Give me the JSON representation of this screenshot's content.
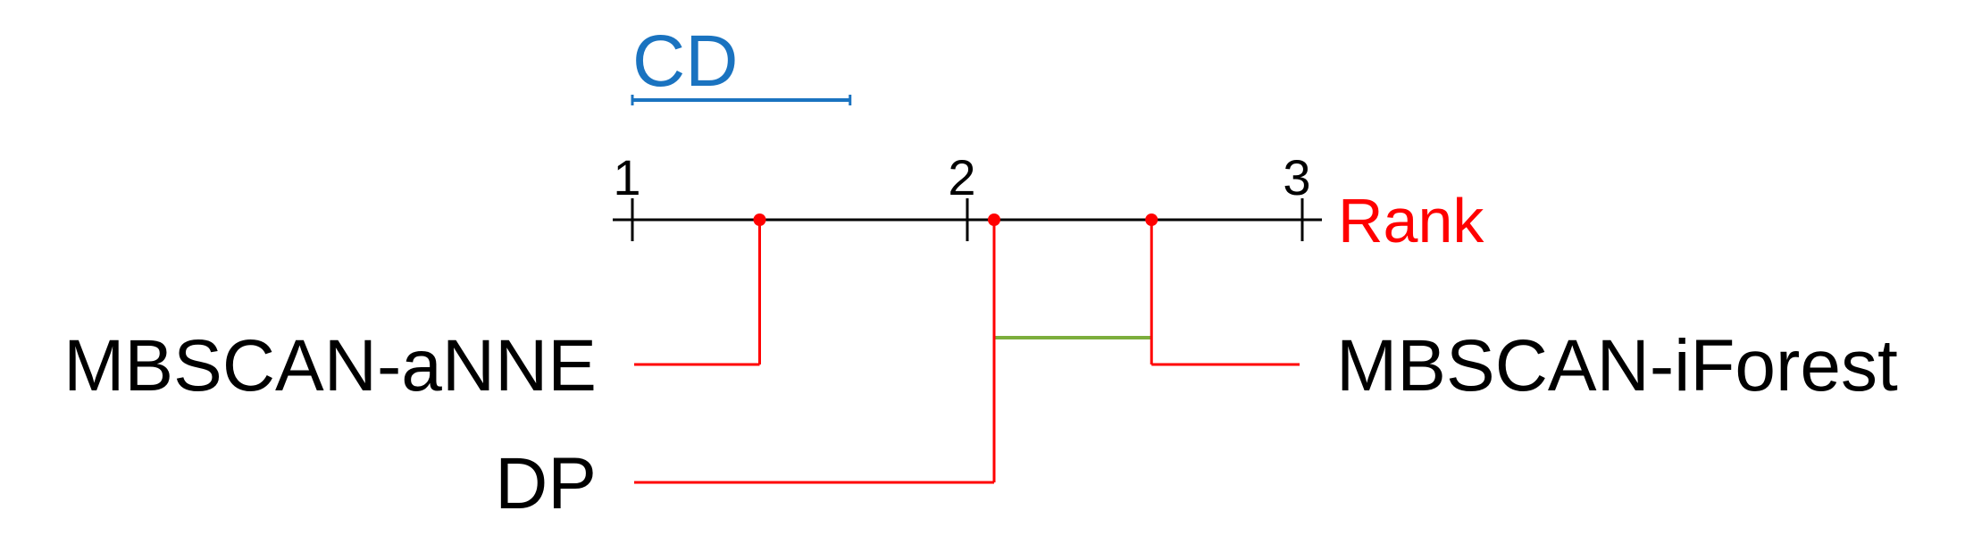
{
  "chart_data": {
    "type": "critical-difference",
    "axis": {
      "label": "Rank",
      "range": [
        1,
        3
      ],
      "ticks": [
        1,
        2,
        3
      ],
      "tick_labels": [
        "1",
        "2",
        "3"
      ]
    },
    "cd": {
      "label": "CD",
      "value": 0.65
    },
    "methods": [
      {
        "name": "MBSCAN-aNNE",
        "rank": 1.38,
        "side": "left"
      },
      {
        "name": "DP",
        "rank": 2.08,
        "side": "left"
      },
      {
        "name": "MBSCAN-iForest",
        "rank": 2.55,
        "side": "right"
      }
    ],
    "cliques": [
      {
        "from": 2.08,
        "to": 2.55
      }
    ]
  },
  "colors": {
    "axis": "#000000",
    "method_line": "#ff0000",
    "rank_dot": "#ff0000",
    "cd": "#1a73c0",
    "axis_title": "#ff0000",
    "clique": "#7cae3c"
  }
}
